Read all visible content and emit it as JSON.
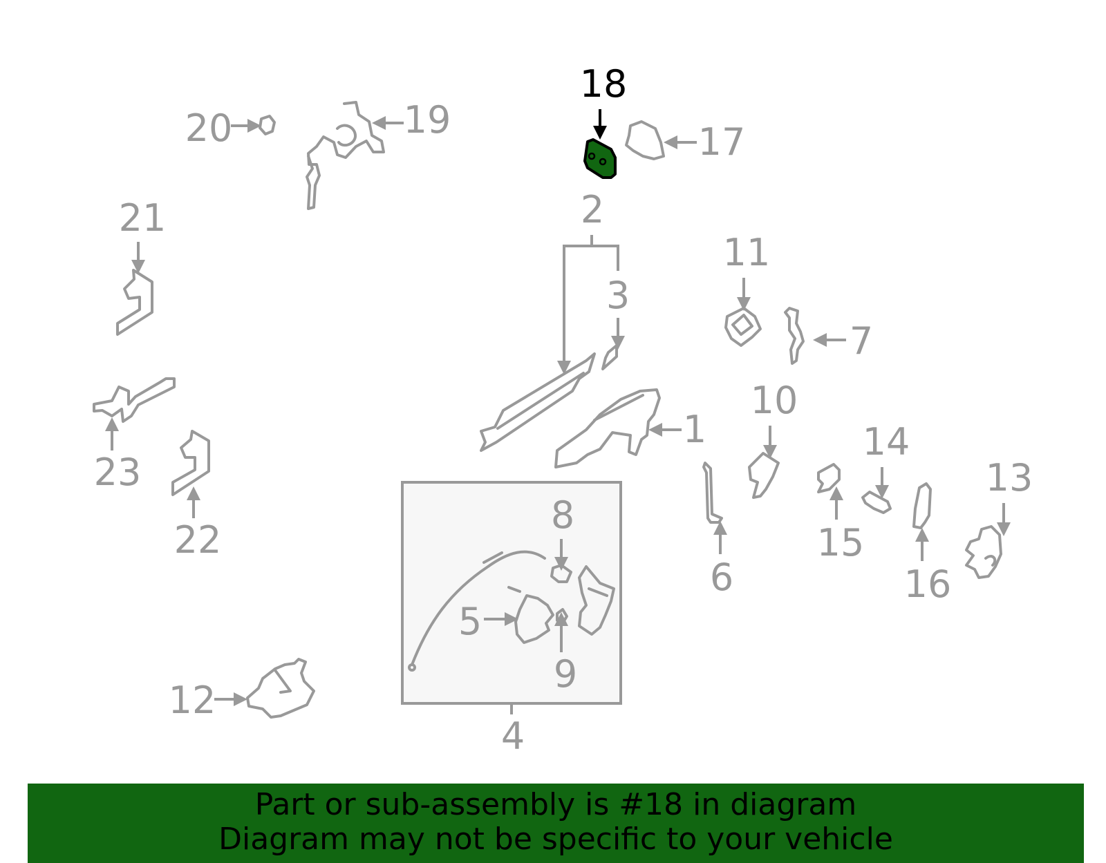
{
  "diagram": {
    "highlight_color": "#116611",
    "callouts": [
      {
        "id": "18",
        "label": "18",
        "highlighted": true
      },
      {
        "id": "1",
        "label": "1"
      },
      {
        "id": "2",
        "label": "2"
      },
      {
        "id": "3",
        "label": "3"
      },
      {
        "id": "4",
        "label": "4"
      },
      {
        "id": "5",
        "label": "5"
      },
      {
        "id": "6",
        "label": "6"
      },
      {
        "id": "7",
        "label": "7"
      },
      {
        "id": "8",
        "label": "8"
      },
      {
        "id": "9",
        "label": "9"
      },
      {
        "id": "10",
        "label": "10"
      },
      {
        "id": "11",
        "label": "11"
      },
      {
        "id": "12",
        "label": "12"
      },
      {
        "id": "13",
        "label": "13"
      },
      {
        "id": "14",
        "label": "14"
      },
      {
        "id": "15",
        "label": "15"
      },
      {
        "id": "16",
        "label": "16"
      },
      {
        "id": "17",
        "label": "17"
      },
      {
        "id": "19",
        "label": "19"
      },
      {
        "id": "20",
        "label": "20"
      },
      {
        "id": "21",
        "label": "21"
      },
      {
        "id": "22",
        "label": "22"
      },
      {
        "id": "23",
        "label": "23"
      }
    ]
  },
  "banner": {
    "line1": "Part or sub-assembly is #18 in diagram",
    "line2": "Diagram may not be specific to your vehicle",
    "background": "#116611"
  }
}
